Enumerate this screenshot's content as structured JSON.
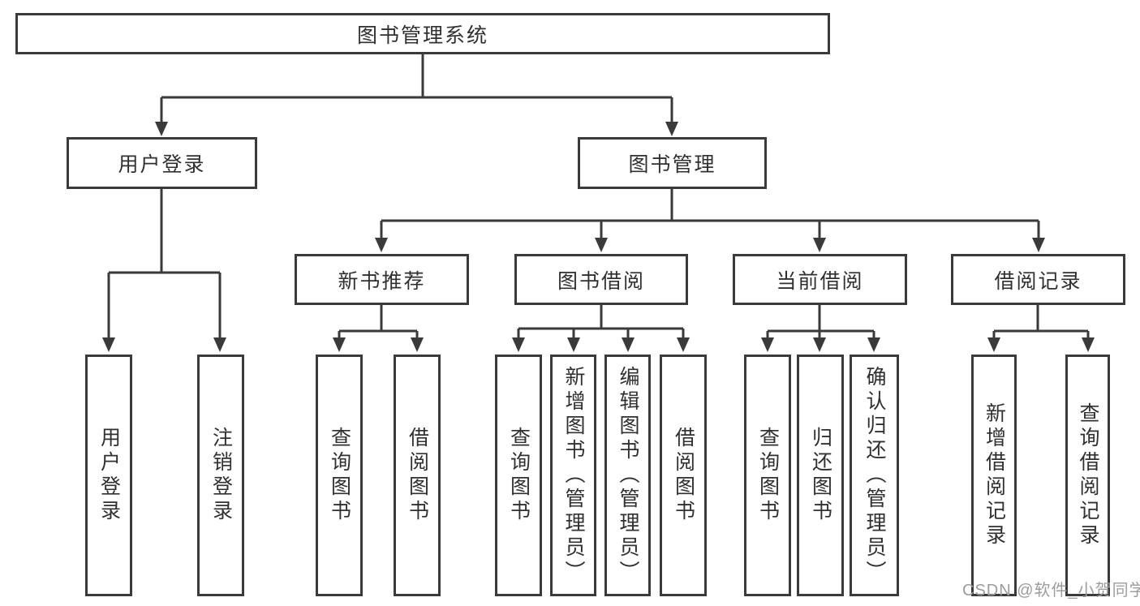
{
  "nodes": {
    "root": "图书管理系统",
    "user_login": "用户登录",
    "book_management": "图书管理",
    "new_book_recommend": "新书推荐",
    "book_borrow": "图书借阅",
    "current_borrow": "当前借阅",
    "borrow_records": "借阅记录",
    "login_leaf": "用户登录",
    "logout_leaf": "注销登录",
    "recommend_query_books": "查询图书",
    "recommend_borrow_books": "借阅图书",
    "borrow_query_books": "查询图书",
    "borrow_add_books": "新增图书（管理员）",
    "borrow_edit_books": "编辑图书（管理员）",
    "borrow_borrow_books": "借阅图书",
    "current_query_books": "查询图书",
    "current_return_books": "归还图书",
    "current_confirm_return": "确认归还（管理员）",
    "records_add": "新增借阅记录",
    "records_query": "查询借阅记录"
  },
  "watermark": "CSDN @软件_小贺同学",
  "colors": {
    "line": "#3a3a3a",
    "text": "#303030",
    "watermark": "#9c9c9c",
    "background": "#ffffff"
  }
}
